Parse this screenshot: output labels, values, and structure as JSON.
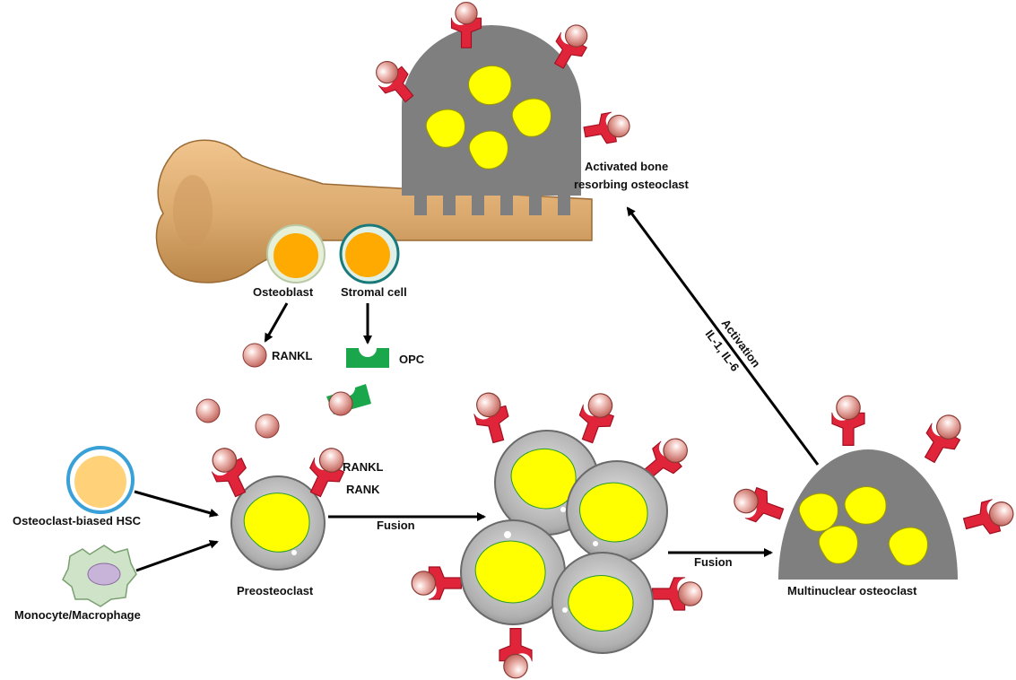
{
  "labels": {
    "activated_osteoclast_line1": "Activated bone",
    "activated_osteoclast_line2": "resorbing osteoclast",
    "osteoblast": "Osteoblast",
    "stromal_cell": "Stromal cell",
    "rankl_free": "RANKL",
    "opc": "OPC",
    "rankl_bound": "RANKL",
    "rank": "RANK",
    "osteoclast_biased_hsc": "Osteoclast-biased HSC",
    "monocyte_macrophage": "Monocyte/Macrophage",
    "preosteoclast": "Preosteoclast",
    "fusion_1": "Fusion",
    "fusion_2": "Fusion",
    "multinuclear_osteoclast": "Multinuclear osteoclast",
    "activation": "Activation",
    "activation_cytokines": "IL-1, IL-6"
  },
  "colors": {
    "bone": "#d9a86c",
    "bone_shadow": "#b98548",
    "osteoclast_body": "#7f7f7f",
    "nucleus": "#ffff00",
    "rank_receptor": "#e0243a",
    "rankl_ligand": "#e8a6a0",
    "opc": "#1aa64a",
    "osteoblast_core": "#ffaa00",
    "hsc_ring": "#3aa0d8",
    "hsc_core": "#ffd27a",
    "monocyte": "#cfe3c8",
    "arrow": "#000000"
  },
  "icons": [
    "rank-receptor-icon",
    "rankl-ligand-icon",
    "opc-decoy-icon",
    "nucleus-icon"
  ]
}
